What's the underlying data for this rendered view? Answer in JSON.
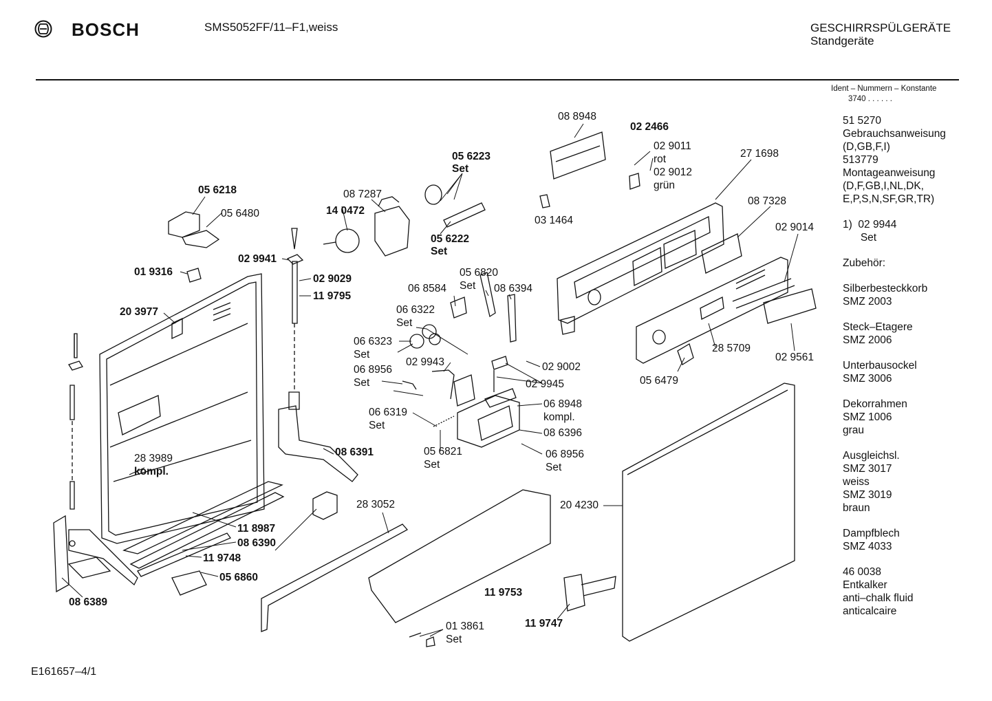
{
  "header": {
    "brand": "BOSCH",
    "model": "SMS5052FF/11–F1,weiss",
    "category_line1": "GESCHIRRSPÜLGERÄTE",
    "category_line2": "Standgeräte"
  },
  "ident": {
    "label": "Ident – Nummern – Konstante",
    "value": "3740  .  .  .  .  .  ."
  },
  "sidebar": {
    "blocks": [
      [
        "51 5270",
        "Gebrauchsanweisung",
        "(D,GB,F,I)",
        "513779",
        "Montageanweisung",
        "(D,F,GB,I,NL,DK,",
        "E,P,S,N,SF,GR,TR)"
      ],
      [
        "1)  02 9944",
        "      Set"
      ],
      [
        "Zubehör:"
      ],
      [
        "Silberbesteckkorb",
        "SMZ 2003"
      ],
      [
        "Steck–Etagere",
        "SMZ 2006"
      ],
      [
        "Unterbausockel",
        "SMZ 3006"
      ],
      [
        "Dekorrahmen",
        "SMZ 1006",
        "grau"
      ],
      [
        "Ausgleichsl.",
        "SMZ 3017",
        "weiss",
        "SMZ 3019",
        "braun"
      ],
      [
        "Dampfblech",
        "SMZ 4033"
      ],
      [
        "46 0038",
        "Entkalker",
        "anti–chalk fluid",
        "anticalcaire"
      ]
    ]
  },
  "parts": {
    "p088948": "08 8948",
    "p022466": "02 2466",
    "p029011": "02 9011",
    "rot": "rot",
    "p029012": "02 9012",
    "gruen": "grün",
    "p271698": "27 1698",
    "p056223": "05 6223",
    "set_056223": "Set",
    "p087287": "08 7287",
    "p140472": "14 0472",
    "p056222": "05 6222",
    "set_056222": "Set",
    "p031464": "03 1464",
    "p087328": "08 7328",
    "p029014": "02 9014",
    "p056218": "05 6218",
    "p056480": "05 6480",
    "p029941": "02 9941",
    "p019316": "01 9316",
    "p029029": "02 9029",
    "p119795": "11 9795",
    "p203977": "20 3977",
    "p056820": "05 6820",
    "set_056820": "Set",
    "p068584": "06 8584",
    "p086394": "08 6394",
    "p066322": "06 6322",
    "set_066322": "Set",
    "p066323": "06 6323",
    "set_066323": "Set",
    "p029943": "02 9943",
    "p068956a": "06 8956",
    "set_068956a": "Set",
    "p029002": "02 9002",
    "p029945": "02 9945",
    "p285709": "28 5709",
    "p029561": "02 9561",
    "p056479": "05 6479",
    "p066319": "06 6319",
    "set_066319": "Set",
    "p068948": "06 8948",
    "kompl_068948": "kompl.",
    "p086396": "08 6396",
    "p056821": "05 6821",
    "set_056821": "Set",
    "p068956b": "06 8956",
    "set_068956b": "Set",
    "p283989": "28 3989",
    "kompl_283989": "kompl.",
    "p086391": "08 6391",
    "p283052": "28 3052",
    "p204230": "20 4230",
    "p118987": "11 8987",
    "p086390": "08 6390",
    "p119748": "11 9748",
    "p056860": "05 6860",
    "p086389": "08 6389",
    "p119753": "11 9753",
    "p119747": "11 9747",
    "p013861": "01 3861",
    "set_013861": "Set"
  },
  "footer": {
    "code": "E161657–4/1"
  }
}
